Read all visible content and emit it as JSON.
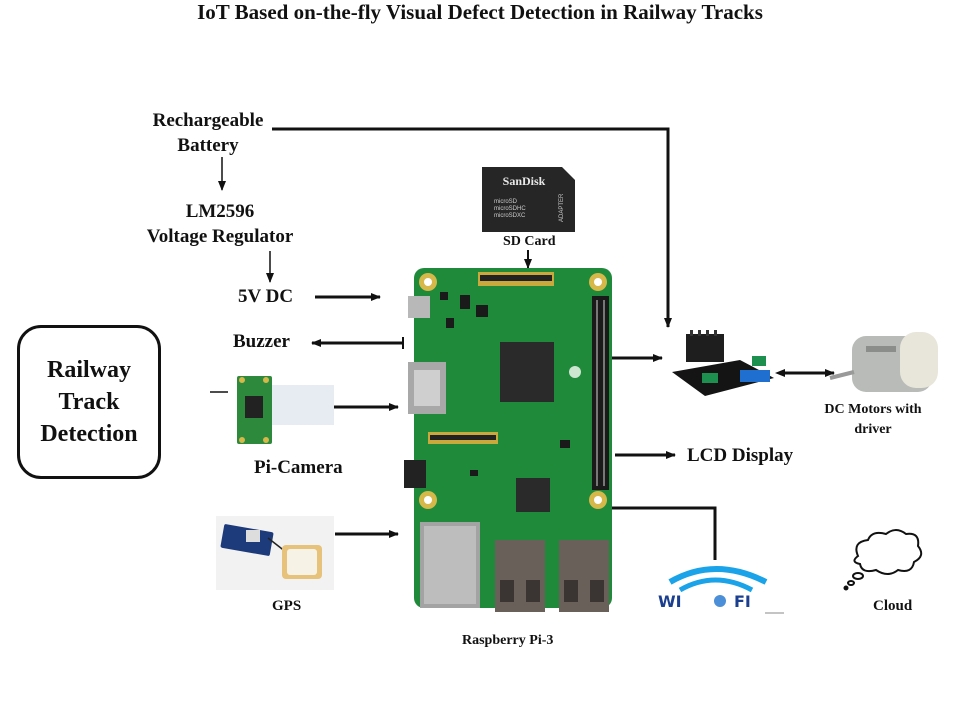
{
  "title": "IoT Based on-the-fly Visual Defect Detection in Railway Tracks",
  "blocks": {
    "battery": [
      "Rechargeable",
      "Battery"
    ],
    "regulator": [
      "LM2596",
      "Voltage Regulator"
    ],
    "power": "5V DC",
    "buzzer": "Buzzer",
    "camera": "Pi-Camera",
    "gps": "GPS",
    "sd_card": "SD Card",
    "sd_brand": "SanDisk",
    "sd_types": [
      "microSD",
      "microSDHC",
      "microSDXC"
    ],
    "sd_adapter": "ADAPTER",
    "board": "Raspberry Pi-3",
    "motors": [
      "DC Motors with",
      "driver"
    ],
    "lcd": "LCD Display",
    "wifi": "WI FI",
    "cloud": "Cloud",
    "detection": [
      "Railway",
      "Track",
      "Detection"
    ]
  },
  "colors": {
    "pcb_green": "#1f8a3a",
    "wifi_blue": "#1aa3e8",
    "wifi_text": "#1b3f8f",
    "header_black": "#1a1a1a",
    "terminal_blue": "#1f6fd1",
    "terminal_green": "#1d8f4e"
  }
}
